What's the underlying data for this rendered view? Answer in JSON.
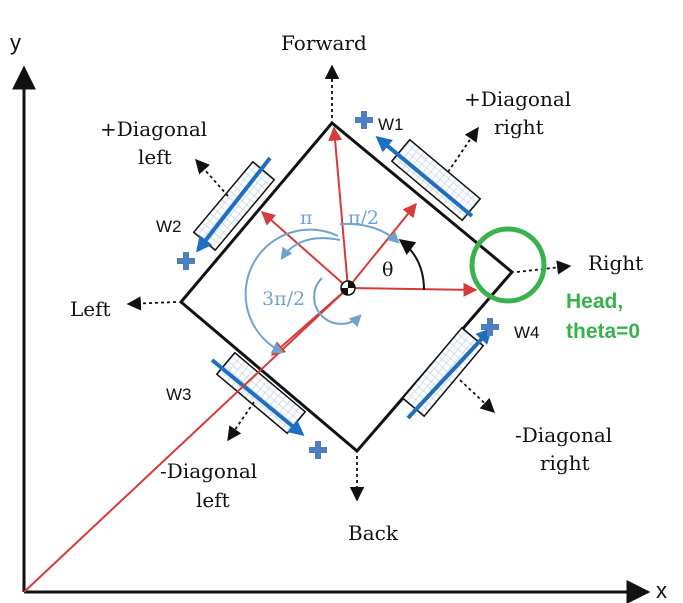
{
  "colors": {
    "red": "#d63a3a",
    "blue": "#1f6fc0",
    "light_blue": "#6fa3cf",
    "plus_blue": "#4f7fc2",
    "green": "#37b24d",
    "black": "#111111"
  },
  "axes": {
    "x_label": "x",
    "y_label": "y"
  },
  "directions": {
    "forward": "Forward",
    "back": "Back",
    "left": "Left",
    "right": "Right",
    "diag_plus_right_1": "+Diagonal",
    "diag_plus_right_2": "right",
    "diag_plus_left_1": "+Diagonal",
    "diag_plus_left_2": "left",
    "diag_minus_right_1": "-Diagonal",
    "diag_minus_right_2": "right",
    "diag_minus_left_1": "-Diagonal",
    "diag_minus_left_2": "left"
  },
  "wheels": {
    "w1": "W1",
    "w2": "W2",
    "w3": "W3",
    "w4": "W4"
  },
  "angles": {
    "pi": "π",
    "pi_half": "π/2",
    "three_pi_half": "3π/2",
    "theta": "θ"
  },
  "annotation": {
    "head_line1": "Head,",
    "head_line2": "theta=0"
  },
  "plus_symbol": "✚"
}
